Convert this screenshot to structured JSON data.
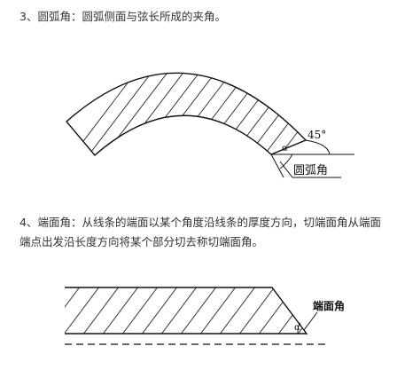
{
  "section3": {
    "number": "3、",
    "text": "圆弧角：圆弧侧面与弦长所成的夹角。"
  },
  "section4": {
    "number": "4、",
    "text": "端面角：从线条的端面以某个角度沿线条的厚度方向，切端面角从端面端点出发沿长度方向将某个部分切去称切端面角。"
  },
  "diagram1": {
    "angle_text": "45°",
    "alpha_text": "α",
    "label_text": "圆弧角"
  },
  "diagram2": {
    "alpha_text": "α",
    "label_text": "端面角"
  }
}
